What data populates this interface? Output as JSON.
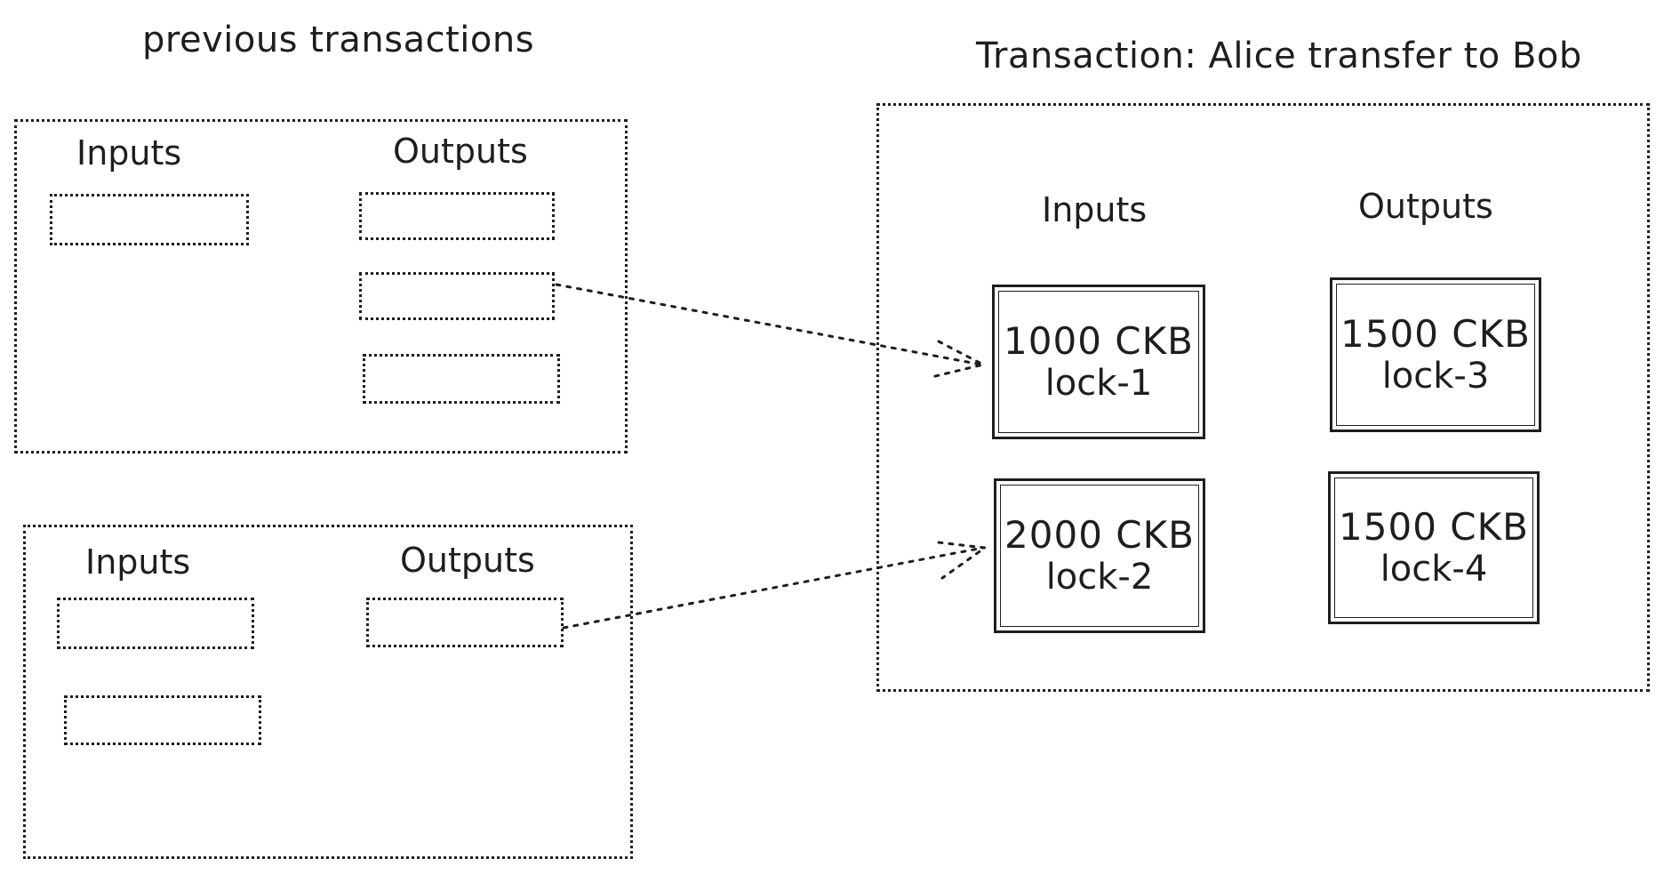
{
  "prev_title": "previous transactions",
  "tx_title": "Transaction: Alice transfer to Bob",
  "prev_tx_1": {
    "inputs_label": "Inputs",
    "outputs_label": "Outputs"
  },
  "prev_tx_2": {
    "inputs_label": "Inputs",
    "outputs_label": "Outputs"
  },
  "tx": {
    "inputs_label": "Inputs",
    "outputs_label": "Outputs",
    "inputs": [
      {
        "amount": "1000 CKB",
        "lock": "lock-1"
      },
      {
        "amount": "2000 CKB",
        "lock": "lock-2"
      }
    ],
    "outputs": [
      {
        "amount": "1500 CKB",
        "lock": "lock-3"
      },
      {
        "amount": "1500 CKB",
        "lock": "lock-4"
      }
    ]
  }
}
